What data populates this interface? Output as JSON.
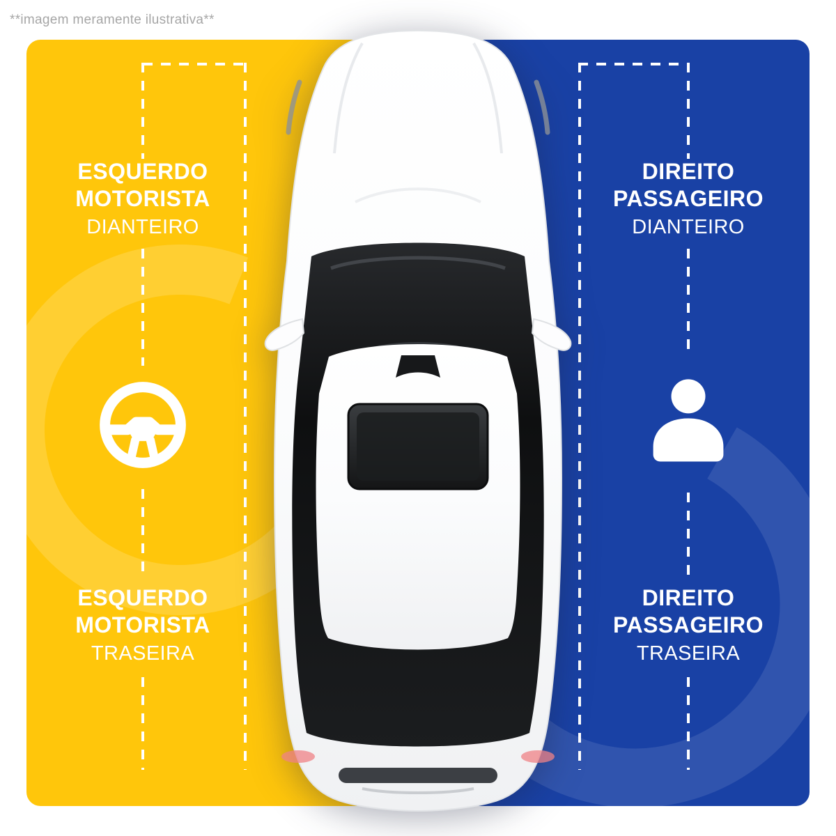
{
  "disclaimer": "**imagem meramente ilustrativa**",
  "left_panel": {
    "color": "#FFC60B",
    "side": "driver",
    "top_label": {
      "line1": "ESQUERDO",
      "line2": "MOTORISTA",
      "line3": "DIANTEIRO"
    },
    "icon_name": "steering-wheel",
    "bottom_label": {
      "line1": "ESQUERDO",
      "line2": "MOTORISTA",
      "line3": "TRASEIRA"
    }
  },
  "right_panel": {
    "color": "#1941A5",
    "side": "passenger",
    "top_label": {
      "line1": "DIREITO",
      "line2": "PASSAGEIRO",
      "line3": "DIANTEIRO"
    },
    "icon_name": "person",
    "bottom_label": {
      "line1": "DIREITO",
      "line2": "PASSAGEIRO",
      "line3": "TRASEIRA"
    }
  },
  "illustration": {
    "subject": "white sedan viewed from above"
  }
}
